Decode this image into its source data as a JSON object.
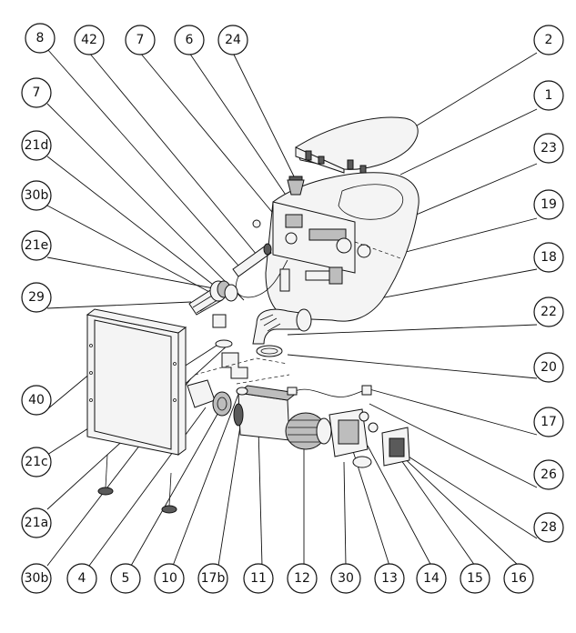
{
  "diagram": {
    "callouts": [
      {
        "id": "c-8",
        "label": "8"
      },
      {
        "id": "c-42",
        "label": "42"
      },
      {
        "id": "c-7-top",
        "label": "7"
      },
      {
        "id": "c-6",
        "label": "6"
      },
      {
        "id": "c-24",
        "label": "24"
      },
      {
        "id": "c-2",
        "label": "2"
      },
      {
        "id": "c-7-left",
        "label": "7"
      },
      {
        "id": "c-1",
        "label": "1"
      },
      {
        "id": "c-21d",
        "label": "21d"
      },
      {
        "id": "c-23",
        "label": "23"
      },
      {
        "id": "c-30b-top",
        "label": "30b"
      },
      {
        "id": "c-19",
        "label": "19"
      },
      {
        "id": "c-21e",
        "label": "21e"
      },
      {
        "id": "c-18",
        "label": "18"
      },
      {
        "id": "c-29",
        "label": "29"
      },
      {
        "id": "c-22",
        "label": "22"
      },
      {
        "id": "c-20",
        "label": "20"
      },
      {
        "id": "c-40",
        "label": "40"
      },
      {
        "id": "c-17",
        "label": "17"
      },
      {
        "id": "c-21c",
        "label": "21c"
      },
      {
        "id": "c-26",
        "label": "26"
      },
      {
        "id": "c-21a",
        "label": "21a"
      },
      {
        "id": "c-28",
        "label": "28"
      },
      {
        "id": "c-30b-bottom",
        "label": "30b"
      },
      {
        "id": "c-4",
        "label": "4"
      },
      {
        "id": "c-5",
        "label": "5"
      },
      {
        "id": "c-10",
        "label": "10"
      },
      {
        "id": "c-17b",
        "label": "17b"
      },
      {
        "id": "c-11",
        "label": "11"
      },
      {
        "id": "c-12",
        "label": "12"
      },
      {
        "id": "c-30",
        "label": "30"
      },
      {
        "id": "c-13",
        "label": "13"
      },
      {
        "id": "c-14",
        "label": "14"
      },
      {
        "id": "c-15",
        "label": "15"
      },
      {
        "id": "c-16",
        "label": "16"
      }
    ]
  }
}
